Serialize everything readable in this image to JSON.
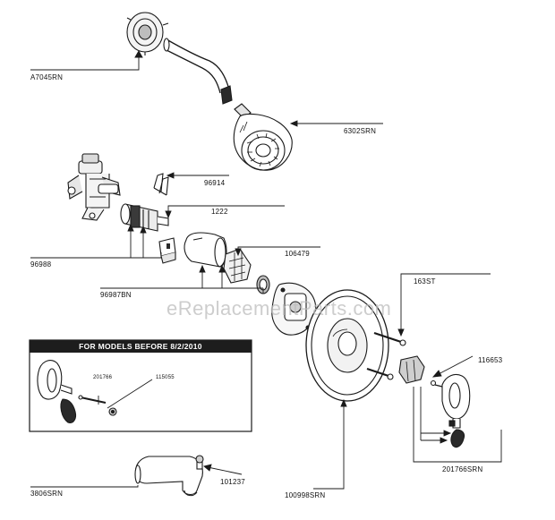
{
  "labels": {
    "a7045srn": "A7045RN",
    "p6302srn": "6302SRN",
    "p96914": "96914",
    "p1222": "1222",
    "p96988": "96988",
    "p106479": "106479",
    "p96987bn": "96987BN",
    "p163st": "163ST",
    "p116653": "116653",
    "p201766srn": "201766SRN",
    "p101237": "101237",
    "p3806srn": "3806SRN",
    "p100998srn": "100998SRN"
  },
  "inset": {
    "title": "FOR MODELS BEFORE 8/2/2010",
    "part_a": "201766",
    "part_b": "115055"
  },
  "watermark": "eReplacementParts.com"
}
